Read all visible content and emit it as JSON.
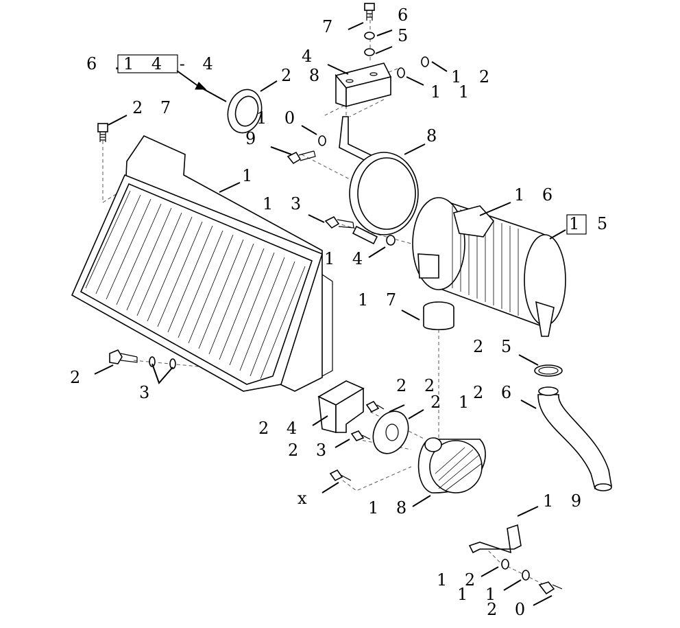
{
  "diagram": {
    "reference": {
      "prefix": "6 .",
      "boxed": "1 4 - 4"
    },
    "labels": {
      "p1": "1",
      "p2": "2",
      "p3": "3",
      "p4": "4",
      "p5": "5",
      "p6": "6",
      "p7": "7",
      "p8": "8",
      "p9": "9",
      "p10": "1 0",
      "p11a": "1 1",
      "p11b": "1 1",
      "p12a": "1 2",
      "p12b": "1 2",
      "p13": "1 3",
      "p14": "1 4",
      "p15": "1 5",
      "p16": "1 6",
      "p17": "1 7",
      "p18": "1 8",
      "p19": "1 9",
      "p20": "2 0",
      "p21": "2 1",
      "p22": "2 2",
      "p23": "2 3",
      "p24": "2 4",
      "p25": "2 5",
      "p26": "2 6",
      "p27": "2 7",
      "p28": "2 8",
      "px": "x"
    }
  }
}
